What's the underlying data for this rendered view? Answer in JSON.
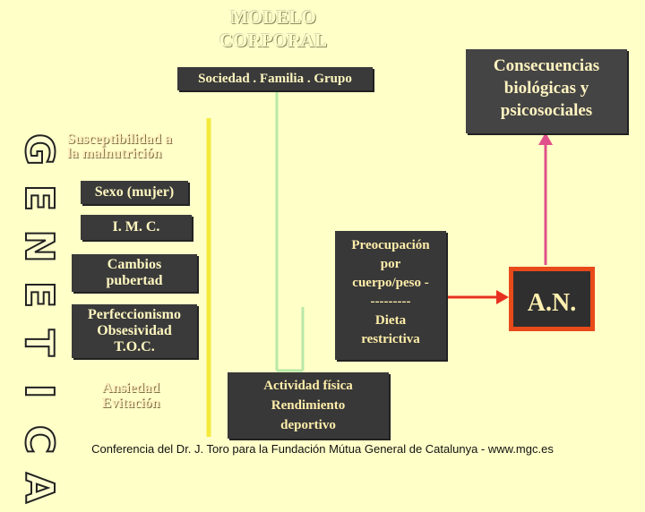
{
  "title": "MODELO CORPORAL",
  "banner": "Sociedad . Familia . Grupo",
  "consecuencias": [
    "Consecuencias",
    "biológicas y",
    "psicosociales"
  ],
  "genetica": "GENETICA",
  "factors": {
    "susceptibilidad": [
      "Susceptibilidad a",
      "la malnutrición"
    ],
    "sexo": "Sexo (mujer)",
    "imc": "I. M. C.",
    "cambios": [
      "Cambios",
      "pubertad"
    ],
    "perfeccionismo": [
      "Perfeccionismo",
      "Obsesividad",
      "T.O.C."
    ],
    "ansiedad": [
      "Ansiedad",
      "Evitación"
    ]
  },
  "preocupacion": [
    "Preocupación",
    "por",
    "cuerpo/peso -",
    "---------",
    "Dieta",
    "restrictiva"
  ],
  "actividad": [
    "Actividad física",
    "Rendimiento",
    "deportivo"
  ],
  "an": "A.N.",
  "footer": "Conferencia del Dr. J. Toro para la Fundación Mútua General de Catalunya - www.mgc.es",
  "colors": {
    "background": "#ffffc8",
    "yellow_line": "#f4ea3c",
    "green_line": "#b8e8a8",
    "pink_arrow": "#e0508a",
    "red_arrow": "#e83020",
    "an_border": "#e84a1a"
  }
}
